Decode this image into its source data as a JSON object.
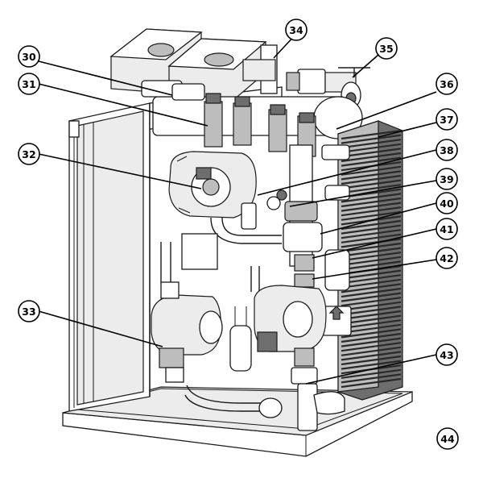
{
  "callouts": [
    {
      "id": "c30",
      "label": "30"
    },
    {
      "id": "c31",
      "label": "31"
    },
    {
      "id": "c32",
      "label": "32"
    },
    {
      "id": "c33",
      "label": "33"
    },
    {
      "id": "c34",
      "label": "34"
    },
    {
      "id": "c35",
      "label": "35"
    },
    {
      "id": "c36",
      "label": "36"
    },
    {
      "id": "c37",
      "label": "37"
    },
    {
      "id": "c38",
      "label": "38"
    },
    {
      "id": "c39",
      "label": "39"
    },
    {
      "id": "c40",
      "label": "40"
    },
    {
      "id": "c41",
      "label": "41"
    },
    {
      "id": "c42",
      "label": "42"
    },
    {
      "id": "c43",
      "label": "43"
    },
    {
      "id": "c44",
      "label": "44"
    }
  ]
}
